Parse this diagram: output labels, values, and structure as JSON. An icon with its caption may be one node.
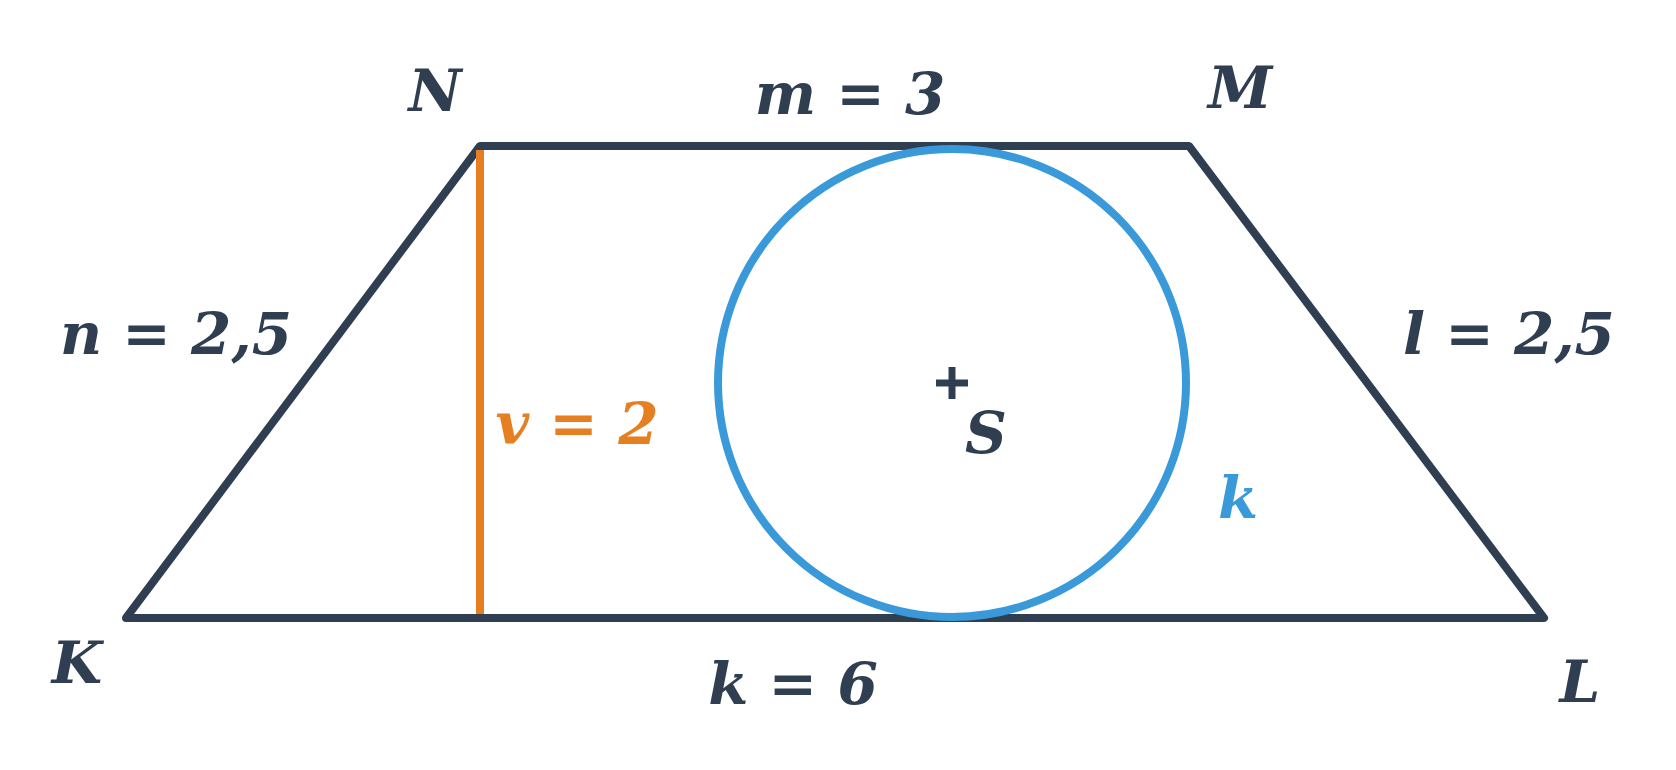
{
  "diagram": {
    "labels": [
      "N",
      "m = 3",
      "M",
      "n = 2,5",
      "l = 2,5",
      "v = 2",
      "S",
      "k",
      "K",
      "k = 6",
      "L"
    ]
  }
}
